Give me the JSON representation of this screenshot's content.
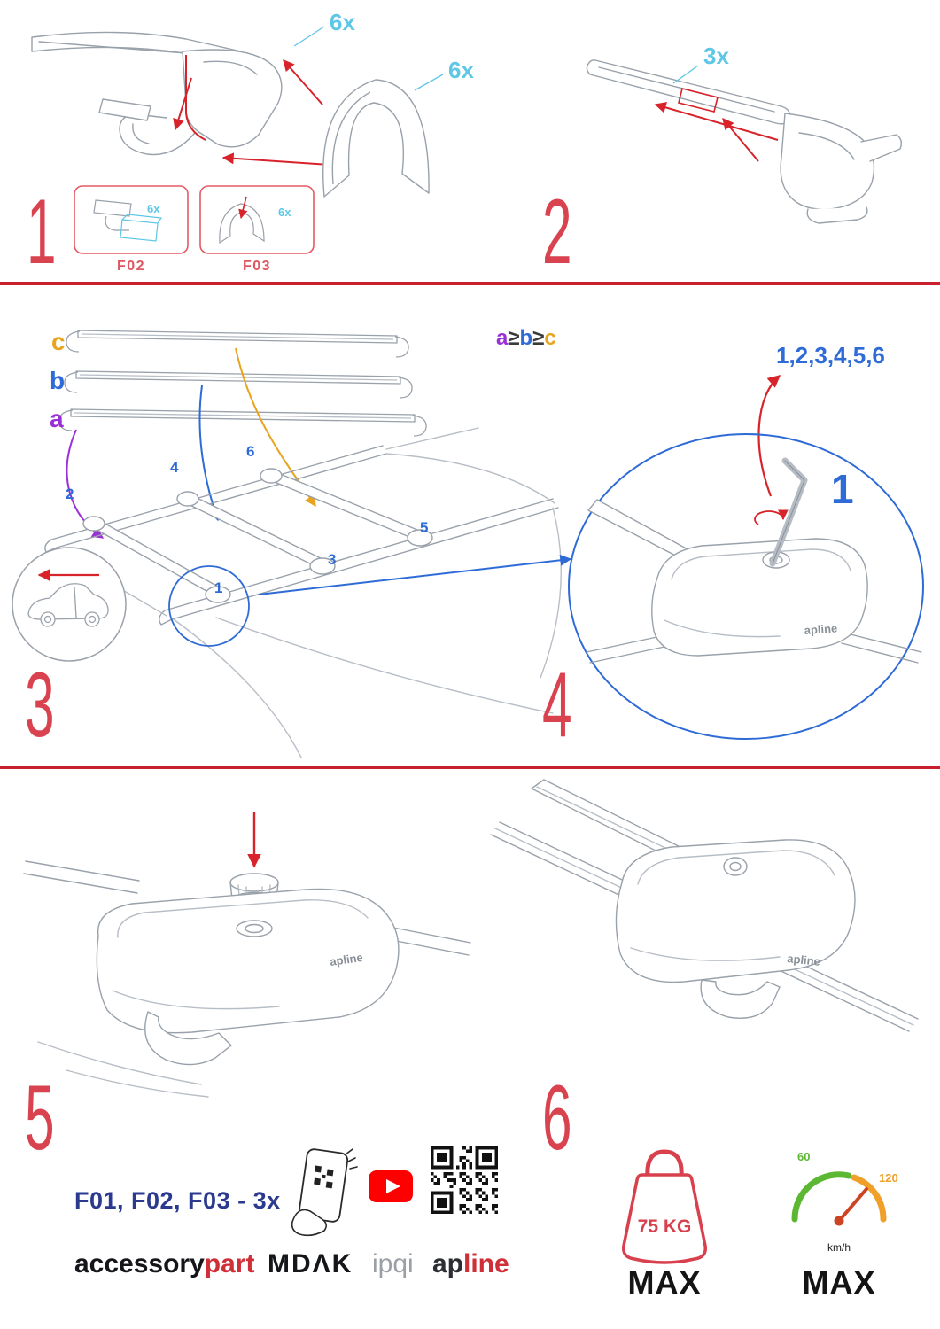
{
  "palette": {
    "step_red": "#d94350",
    "divider_red": "#c8202f",
    "cyan": "#5ec7e6",
    "blue": "#2e6bd6",
    "purple": "#9b2fd6",
    "orange": "#e8a41e",
    "navy": "#2b3a8f",
    "line_gray": "#99a1aa",
    "brand_red": "#cf3038",
    "youtube_red": "#ff0000",
    "speed_green": "#5cb832",
    "speed_orange": "#f0a028"
  },
  "step1": {
    "number": "1",
    "cover_qty_top": "6x",
    "cover_qty_side": "6x",
    "box_f02": {
      "label": "F02",
      "qty": "6x"
    },
    "box_f03": {
      "label": "F03",
      "qty": "6x"
    }
  },
  "step2": {
    "number": "2",
    "qty": "3x"
  },
  "step3": {
    "number": "3",
    "bar_labels": {
      "a": "a",
      "b": "b",
      "c": "c"
    },
    "size_rule": {
      "a": "a",
      "ge1": "≥",
      "b": "b",
      "ge2": "≥",
      "c": "c"
    },
    "positions": {
      "p1": "1",
      "p2": "2",
      "p3": "3",
      "p4": "4",
      "p5": "5",
      "p6": "6"
    }
  },
  "step4": {
    "number": "4",
    "tighten_sequence": "1,2,3,4,5,6",
    "detail_label": "1"
  },
  "step5": {
    "number": "5"
  },
  "step6": {
    "number": "6"
  },
  "part_brand": "apline",
  "footer": {
    "parts_note": "F01, F02, F03 - 3x",
    "brands": {
      "accessorypart_black": "accessory",
      "accessorypart_red": "part",
      "mdak": "MDΛK",
      "ipqi": "ipqi",
      "apline_black": "ap",
      "apline_red": "line"
    }
  },
  "limits": {
    "weight_value": "75 KG",
    "weight_max": "MAX",
    "speed_min": "60",
    "speed_max_tick": "120",
    "speed_unit": "km/h",
    "speed_max": "MAX"
  }
}
